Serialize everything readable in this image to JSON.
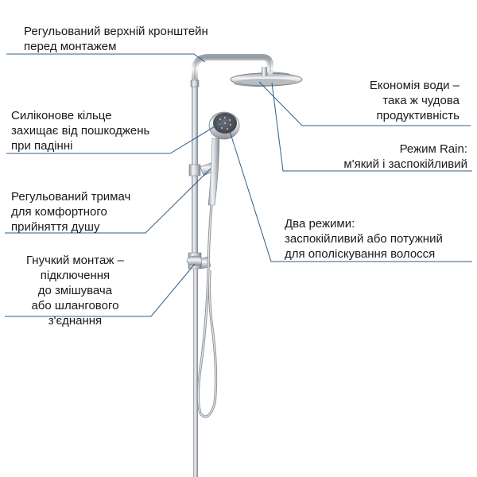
{
  "callouts": {
    "bracket": [
      "Регульований верхній кронштейн",
      "перед монтажем"
    ],
    "silicone_ring": [
      "Силіконове кільце",
      "захищає від пошкоджень",
      "при падінні"
    ],
    "holder": [
      "Регульований тримач",
      "для комфортного",
      "прийняття душу"
    ],
    "mounting": [
      "Гнучкий монтаж –",
      "підключення",
      "до змішувача",
      "або шлангового",
      "з'єднання"
    ],
    "water_saving": [
      "Економія води –",
      "така ж чудова",
      "продуктивність"
    ],
    "rain_mode": [
      "Режим Rain:",
      "м'який і заспокійливий"
    ],
    "two_modes": [
      "Два режими:",
      "заспокійливий або потужний",
      "для ополіскування волосся"
    ]
  },
  "colors": {
    "leader_line": "#2f5d8c",
    "chrome_light": "#f2f4f6",
    "chrome_dark": "#8d939a",
    "nozzle_face": "#4b5056"
  }
}
